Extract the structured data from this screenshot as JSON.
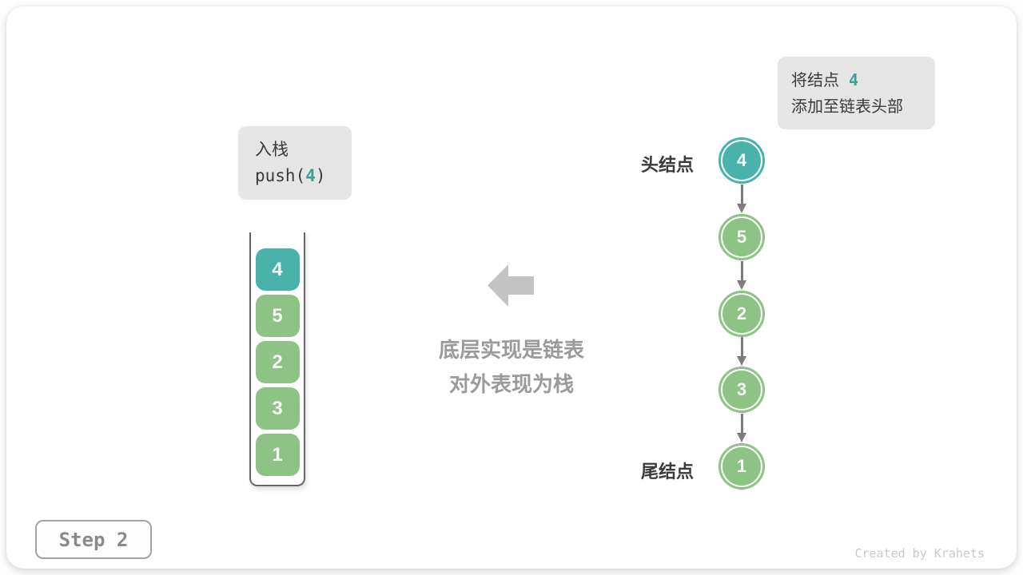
{
  "colors": {
    "teal": "#49b3ab",
    "green": "#8dc384",
    "teal-text": "#3aa294",
    "gray-box": "#e5e5e5",
    "arrow-gray": "#c3c3c3",
    "link-arrow": "#7d7d7d",
    "caption-gray": "#9a9a9a",
    "dark-text": "#3a3a3a",
    "container-border": "#666666",
    "step-border": "#a3a3a3",
    "step-text": "#8a8a8a",
    "credit-text": "#c9c9c9"
  },
  "push_box": {
    "title": "入栈",
    "code_prefix": "push(",
    "code_value": "4",
    "code_suffix": ")"
  },
  "annotation_box": {
    "line1_text": "将结点",
    "line1_value": "4",
    "line2_text": "添加至链表头部"
  },
  "stack": {
    "items": [
      {
        "value": "4",
        "highlight": true
      },
      {
        "value": "5",
        "highlight": false
      },
      {
        "value": "2",
        "highlight": false
      },
      {
        "value": "3",
        "highlight": false
      },
      {
        "value": "1",
        "highlight": false
      }
    ]
  },
  "caption": {
    "line1": "底层实现是链表",
    "line2": "对外表现为栈"
  },
  "linked_list": {
    "head_label": "头结点",
    "tail_label": "尾结点",
    "nodes": [
      {
        "value": "4",
        "highlight": true
      },
      {
        "value": "5",
        "highlight": false
      },
      {
        "value": "2",
        "highlight": false
      },
      {
        "value": "3",
        "highlight": false
      },
      {
        "value": "1",
        "highlight": false
      }
    ]
  },
  "footer": {
    "step": "Step 2",
    "credit": "Created by Krahets"
  }
}
